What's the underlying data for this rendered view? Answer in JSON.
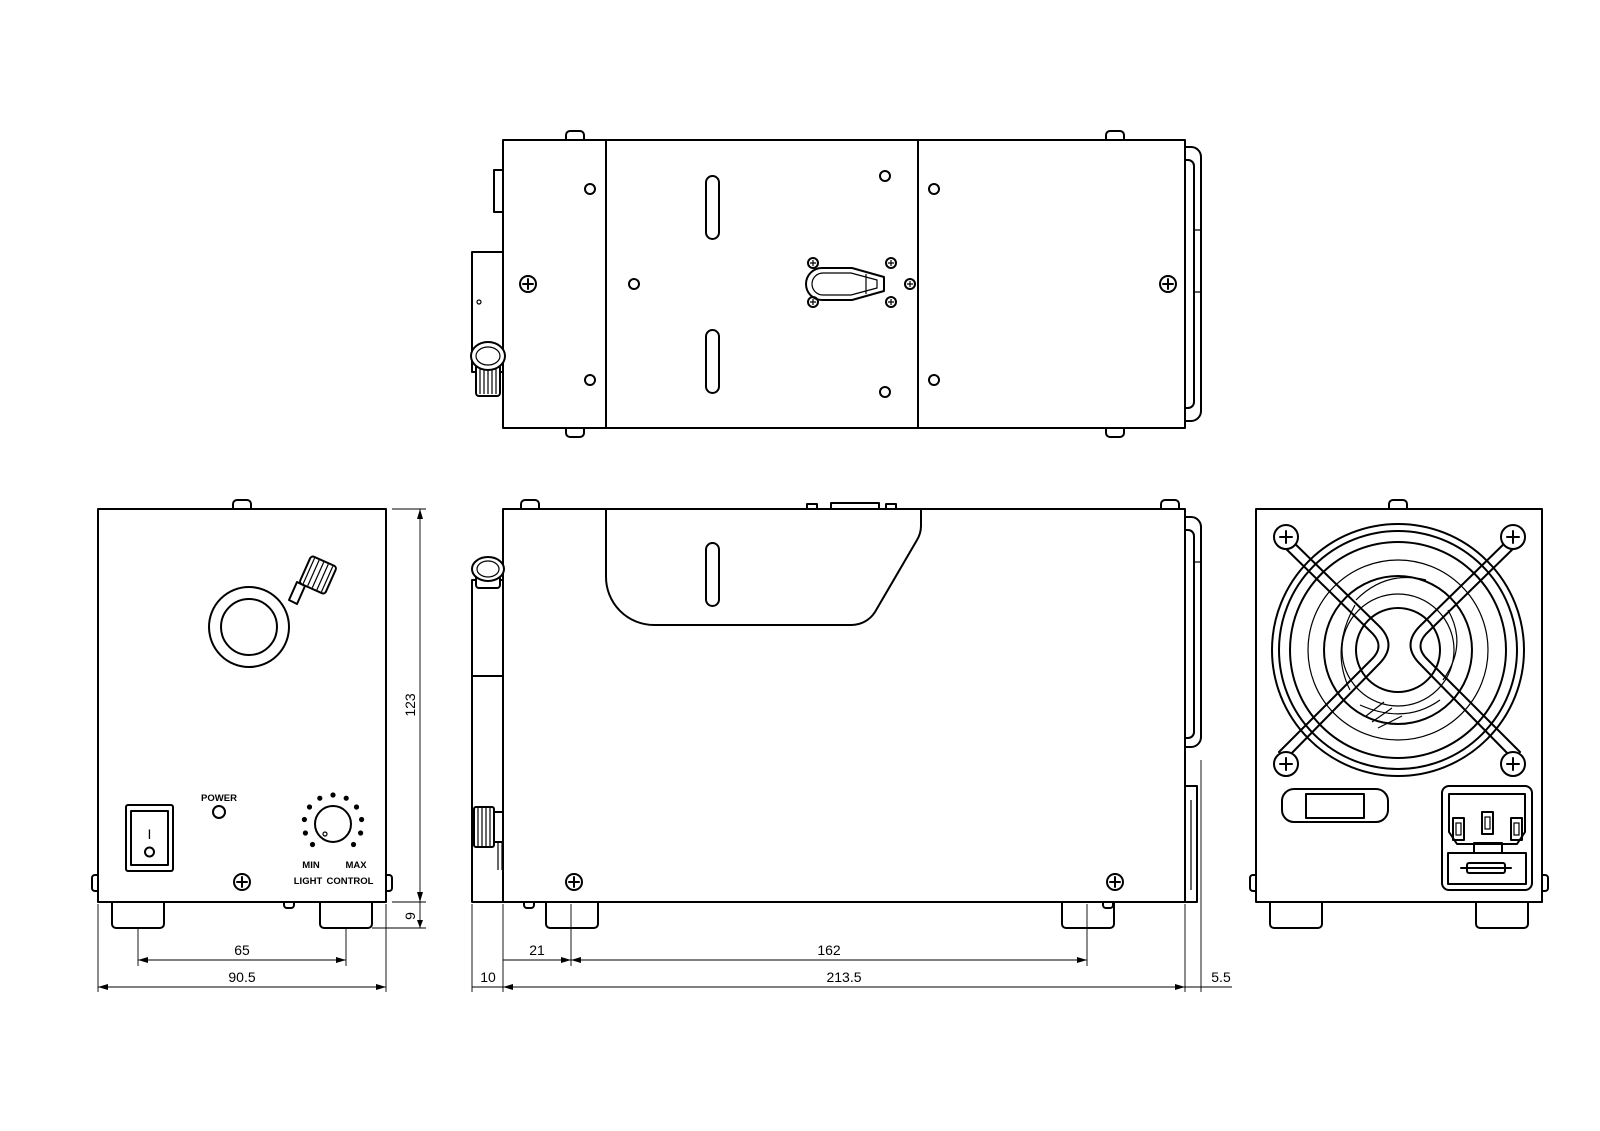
{
  "labels": {
    "power": "POWER",
    "min": "MIN",
    "max": "MAX",
    "light": "LIGHT",
    "control": "CONTROL",
    "switch_on": "I",
    "switch_off": "O"
  },
  "dimensions": {
    "front_height": "123",
    "foot_height": "9",
    "front_foot_spacing": "65",
    "front_width": "90.5",
    "side_foot_offset": "21",
    "side_foot_spacing": "162",
    "side_front_protrusion": "10",
    "side_length": "213.5",
    "side_rear_protrusion": "5.5"
  },
  "colors": {
    "line": "#000000",
    "background": "#ffffff"
  }
}
